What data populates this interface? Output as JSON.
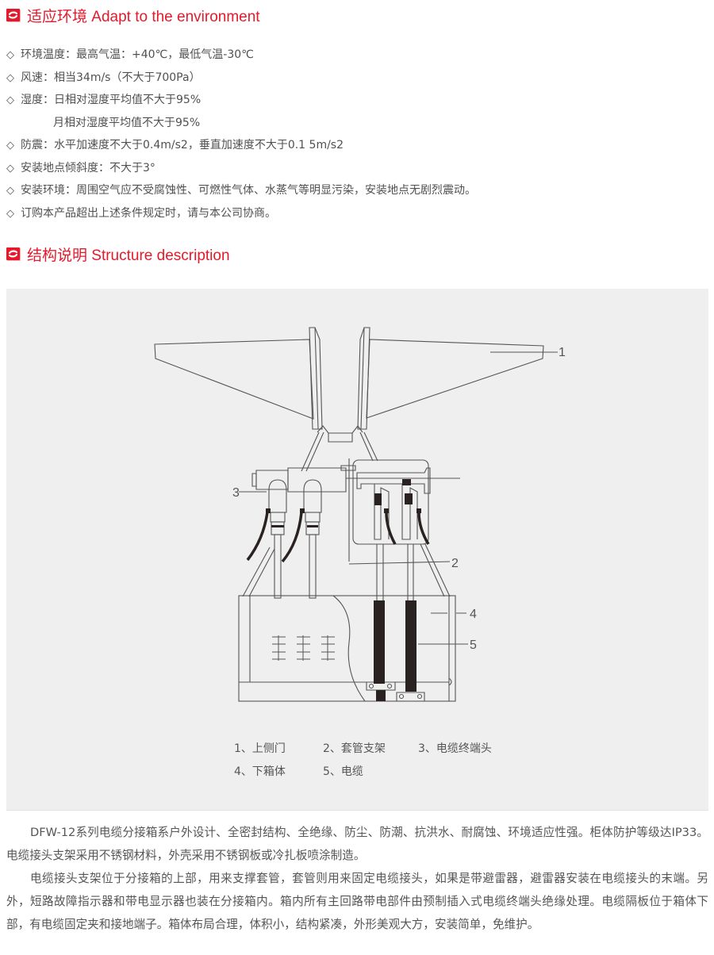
{
  "sections": {
    "environment": {
      "icon": "section-badge-icon",
      "title": "适应环境 Adapt to the environment",
      "items": [
        {
          "bullet": "◇",
          "text": "环境温度：最高气温：+40℃，最低气温-30℃"
        },
        {
          "bullet": "◇",
          "text": "风速：相当34m/s（不大于700Pa）"
        },
        {
          "bullet": "◇",
          "text": "湿度：日相对湿度平均值不大于95%"
        },
        {
          "bullet": "",
          "text": "月相对湿度平均值不大于95%"
        },
        {
          "bullet": "◇",
          "text": "防震：水平加速度不大于0.4m/s2，垂直加速度不大于0.1 5m/s2"
        },
        {
          "bullet": "◇",
          "text": "安装地点倾斜度：不大于3°"
        },
        {
          "bullet": "◇",
          "text": "安装环境：周围空气应不受腐蚀性、可燃性气体、水蒸气等明显污染，安装地点无剧烈震动。"
        },
        {
          "bullet": "◇",
          "text": "订购本产品超出上述条件规定时，请与本公司协商。"
        }
      ]
    },
    "structure": {
      "icon": "section-badge-icon",
      "title": "结构说明 Structure description",
      "diagram": {
        "callouts": [
          "1",
          "2",
          "3",
          "4",
          "5"
        ],
        "legend": [
          [
            "1、上侧门",
            "2、套管支架",
            "3、电缆终端头"
          ],
          [
            "4、下箱体",
            "5、电缆"
          ]
        ]
      },
      "paragraphs": [
        "DFW-12系列电缆分接箱系户外设计、全密封结构、全绝缘、防尘、防潮、抗洪水、耐腐蚀、环境适应性强。柜体防护等级达IP33。电缆接头支架采用不锈钢材料，外壳采用不锈钢板或冷扎板喷涂制造。",
        "电缆接头支架位于分接箱的上部，用来支撑套管，套管则用来固定电缆接头，如果是带避雷器，避雷器安装在电缆接头的末端。另外，短路故障指示器和带电显示器也装在分接箱内。箱内所有主回路带电部件由预制插入式电缆终端头绝缘处理。电缆隔板位于箱体下部，有电缆固定夹和接地端子。箱体布局合理，体积小，结构紧凑，外形美观大方，安装简单，免维护。"
      ]
    }
  },
  "colors": {
    "accent": "#e6192b",
    "panel_bg": "#efefef",
    "text": "#505050",
    "line": "#555555",
    "cable": "#2a2220"
  }
}
